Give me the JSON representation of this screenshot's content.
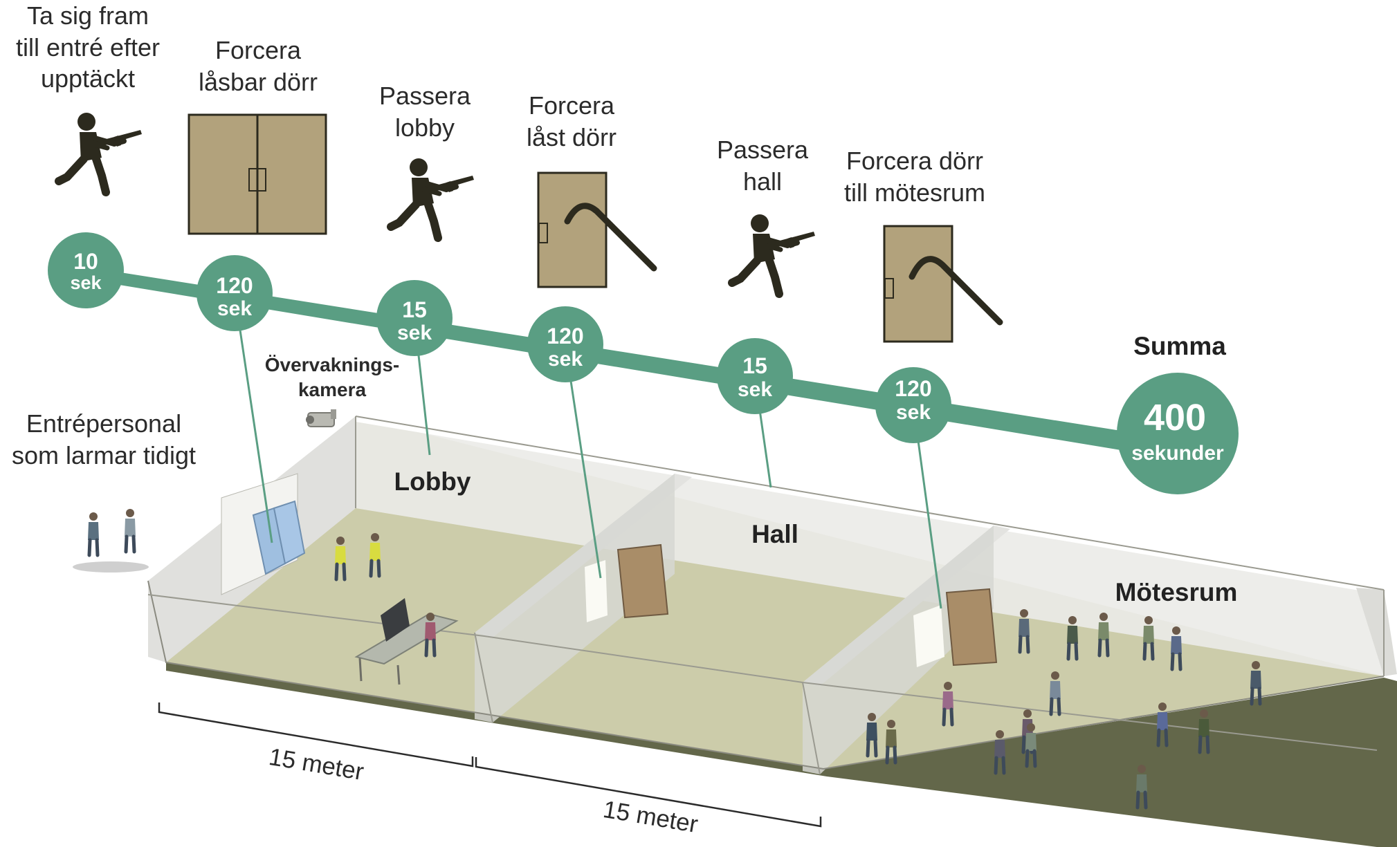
{
  "steps": [
    {
      "label_lines": [
        "Ta sig fram",
        "till entré efter",
        "upptäckt"
      ],
      "time_value": "10",
      "time_unit": "sek",
      "icon": "running-gunman-icon"
    },
    {
      "label_lines": [
        "Forcera",
        "låsbar dörr"
      ],
      "time_value": "120",
      "time_unit": "sek",
      "icon": "double-door-icon"
    },
    {
      "label_lines": [
        "Passera",
        "lobby"
      ],
      "time_value": "15",
      "time_unit": "sek",
      "icon": "running-gunman-icon"
    },
    {
      "label_lines": [
        "Forcera",
        "låst dörr"
      ],
      "time_value": "120",
      "time_unit": "sek",
      "icon": "crowbar-door-icon"
    },
    {
      "label_lines": [
        "Passera",
        "hall"
      ],
      "time_value": "15",
      "time_unit": "sek",
      "icon": "running-gunman-icon"
    },
    {
      "label_lines": [
        "Forcera dörr",
        "till mötesrum"
      ],
      "time_value": "120",
      "time_unit": "sek",
      "icon": "crowbar-door-icon"
    }
  ],
  "total": {
    "heading": "Summa",
    "value": "400",
    "unit": "sekunder"
  },
  "rooms": [
    "Lobby",
    "Hall",
    "Mötesrum"
  ],
  "camera_label_lines": [
    "Övervaknings-",
    "kamera"
  ],
  "staff_label_lines": [
    "Entrépersonal",
    "som larmar tidigt"
  ],
  "measurements": [
    "15 meter",
    "15 meter"
  ],
  "colors": {
    "accent_green": "#5a9e83",
    "door_tan": "#b2a27c",
    "door_brown": "#a98d68",
    "floor": "#ccccaa",
    "wall": "#e9eae6",
    "figure": "#2c2a1e"
  }
}
